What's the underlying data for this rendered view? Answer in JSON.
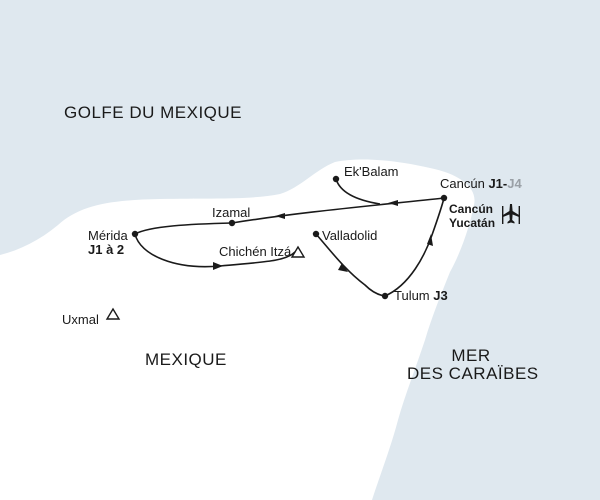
{
  "colors": {
    "sea": "#dfe8ef",
    "land": "#ffffff",
    "route": "#1a1a1a",
    "muted": "#9aa0a6"
  },
  "regions": {
    "gulf": "GOLFE DU MEXIQUE",
    "mexico": "MEXIQUE",
    "sea_line1": "MER",
    "sea_line2": "DES CARAÏBES"
  },
  "places": {
    "ek_balam": "Ek'Balam",
    "cancun": "Cancún",
    "cancun_day_a": "J1",
    "cancun_sep": "-",
    "cancun_day_b": "J4",
    "cancun_airport_line1": "Cancún",
    "cancun_airport_line2": "Yucatán",
    "izamal": "Izamal",
    "merida": "Mérida",
    "merida_days": "J1 à 2",
    "chichen_itza": "Chichén Itzá",
    "valladolid": "Valladolid",
    "tulum": "Tulum",
    "tulum_day": "J3",
    "uxmal": "Uxmal"
  },
  "icons": {
    "airport": "airplane-icon",
    "ruins": "pyramid-triangle-icon"
  }
}
